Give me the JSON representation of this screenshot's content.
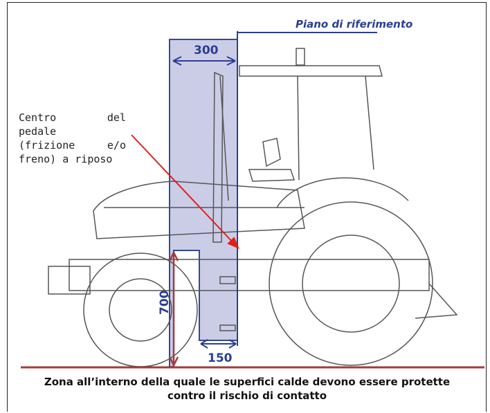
{
  "figure": {
    "reference_plane_label": "Piano di riferimento",
    "dim_top": "300",
    "dim_bottom": "150",
    "dim_height": "700",
    "pedal_label_lines": [
      "Centro        del",
      "pedale",
      "(frizione    e/o",
      "freno) a riposo"
    ],
    "caption_lines": [
      "Zona all’interno della quale le superfici calde devono essere protette",
      "contro il rischio di contatto"
    ],
    "colors": {
      "zone_fill": "#c9cbe6",
      "zone_stroke": "#2b3f8f",
      "arrow_red": "#e0201c",
      "ground_line": "#a33a3a",
      "drawing": "#555555"
    }
  }
}
